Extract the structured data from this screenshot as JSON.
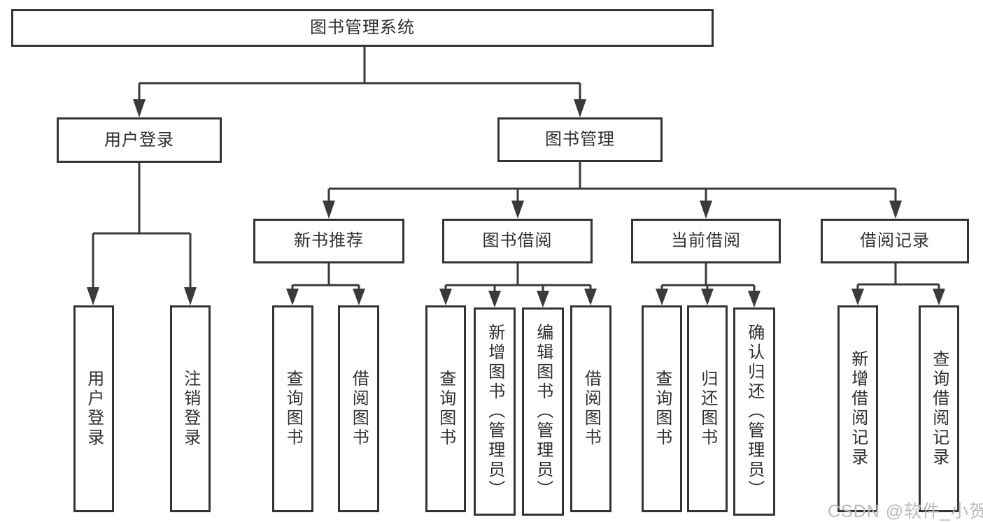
{
  "tree": {
    "root": {
      "label": "图书管理系统",
      "children": [
        {
          "label": "用户登录",
          "children": [
            {
              "label": "用户登录"
            },
            {
              "label": "注销登录"
            }
          ]
        },
        {
          "label": "图书管理",
          "children": [
            {
              "label": "新书推荐",
              "children": [
                {
                  "label": "查询图书"
                },
                {
                  "label": "借阅图书"
                }
              ]
            },
            {
              "label": "图书借阅",
              "children": [
                {
                  "label": "查询图书"
                },
                {
                  "label": "新增图书（管理员）"
                },
                {
                  "label": "编辑图书（管理员）"
                },
                {
                  "label": "借阅图书"
                }
              ]
            },
            {
              "label": "当前借阅",
              "children": [
                {
                  "label": "查询图书"
                },
                {
                  "label": "归还图书"
                },
                {
                  "label": "确认归还（管理员）"
                }
              ]
            },
            {
              "label": "借阅记录",
              "children": [
                {
                  "label": "新增借阅记录"
                },
                {
                  "label": "查询借阅记录"
                }
              ]
            }
          ]
        }
      ]
    }
  },
  "watermark": {
    "text": "CSDN @软件_小贺同学"
  },
  "colors": {
    "line": "#3a3a3c",
    "box_border": "#333436",
    "text": "#2e2f31",
    "background": "#ffffff",
    "watermark": "#b9babb"
  }
}
